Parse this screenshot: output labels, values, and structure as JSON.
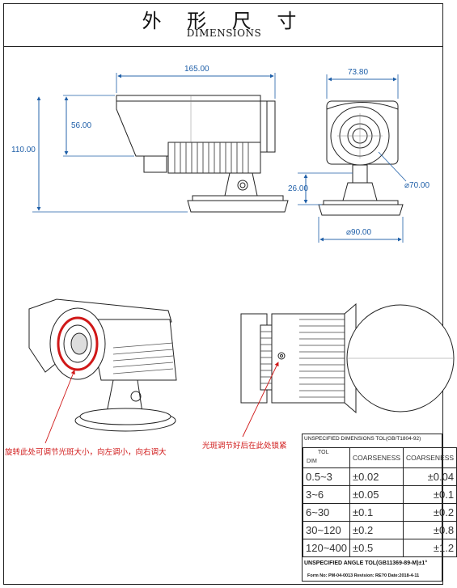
{
  "header": {
    "title_cn": "外 形 尺 寸",
    "title_en": "DIMENSIONS"
  },
  "dimensions": {
    "side_length": "165.00",
    "side_upper_height": "56.00",
    "side_total_height": "110.00",
    "front_width": "73.80",
    "front_base_height": "26.00",
    "front_lens_dia": "⌀70.00",
    "front_base_dia": "⌀90.00"
  },
  "annotations": {
    "left_note": "旋转此处可调节光斑大小，向左调小，向右调大",
    "right_note": "光斑调节好后在此处锁紧"
  },
  "tolerance": {
    "header": "UNSPECIFIED DIMENSIONS TOL(GB/T1804-92)",
    "tol_label": "TOL",
    "dim_label": "DIM",
    "columns": [
      "COARSENESS",
      "COARSENESS"
    ],
    "rows": [
      {
        "range": "0.5~3",
        "a": "±0.02",
        "b": "±0.04"
      },
      {
        "range": "3~6",
        "a": "±0.05",
        "b": "±0.1"
      },
      {
        "range": "6~30",
        "a": "±0.1",
        "b": "±0.2"
      },
      {
        "range": "30~120",
        "a": "±0.2",
        "b": "±0.8"
      },
      {
        "range": "120~400",
        "a": "±0.5",
        "b": "±1.2"
      }
    ],
    "angle_tol": "UNSPECIFIED ANGLE TOL(GB11369-89-M)±1°",
    "footer": "Form No: PM-04-0013  Revision: RE?0  Date:2018-4-11"
  }
}
